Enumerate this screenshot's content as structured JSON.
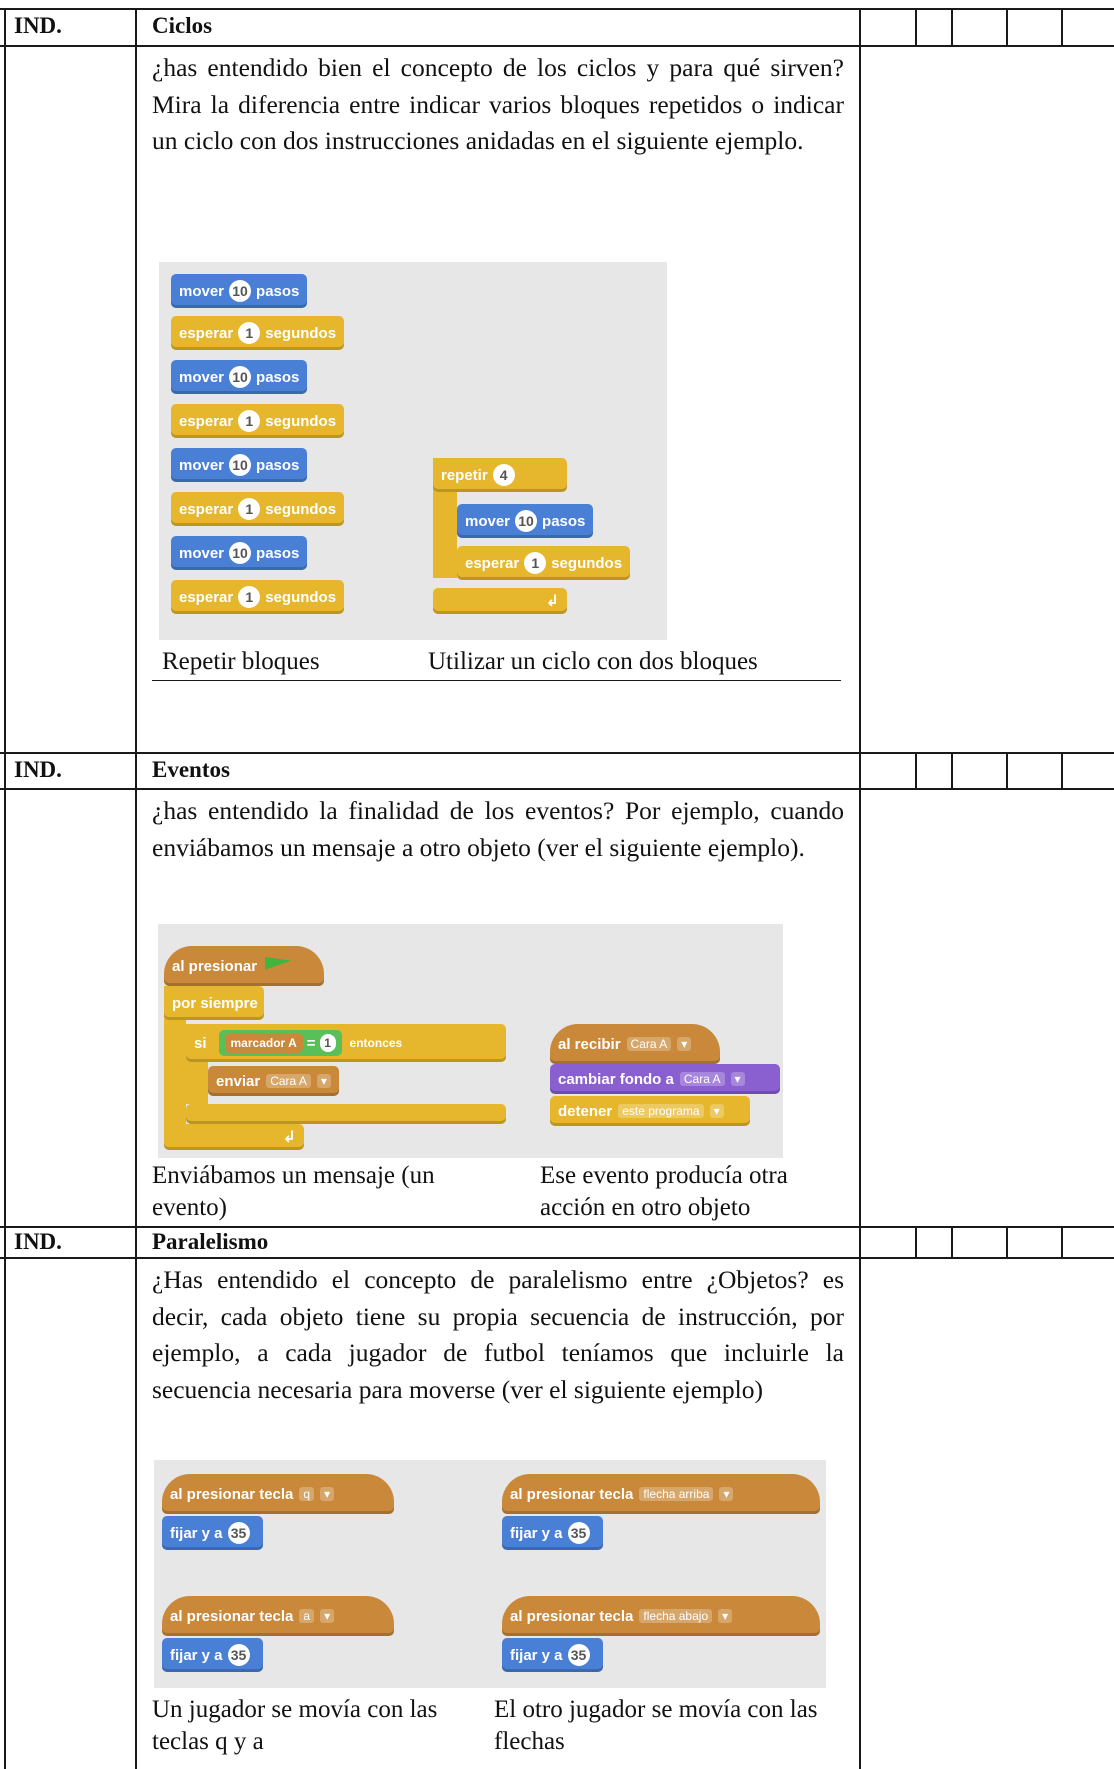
{
  "sections": [
    {
      "ind": "IND.",
      "title": "Ciclos",
      "text": "¿has entendido bien el concepto de los ciclos y para qué sirven? Mira la diferencia entre indicar varios bloques repetidos o indicar un ciclo con dos instrucciones anidadas en el siguiente ejemplo.",
      "captions": [
        "Repetir bloques",
        "Utilizar un ciclo con dos bloques"
      ],
      "blocks": {
        "mover": "mover",
        "pasos": "pasos",
        "esperar": "esperar",
        "segundos": "segundos",
        "repetir": "repetir",
        "steps_value": "10",
        "wait_value": "1",
        "repeat_value": "4"
      }
    },
    {
      "ind": "IND.",
      "title": "Eventos",
      "text": "¿has entendido la finalidad de los eventos? Por ejemplo, cuando enviábamos un mensaje a otro objeto (ver el siguiente ejemplo).",
      "captions": [
        "Enviábamos un mensaje (un evento)",
        "Ese evento producía otra acción en otro objeto"
      ],
      "blocks": {
        "al_presionar": "al presionar",
        "por_siempre": "por siempre",
        "si": "si",
        "marcador": "marcador A",
        "igual": "=",
        "valor": "1",
        "entonces": "entonces",
        "enviar": "enviar",
        "cara": "Cara A",
        "al_recibir": "al recibir",
        "cambiar_fondo": "cambiar fondo a",
        "detener": "detener",
        "este_programa": "este programa"
      }
    },
    {
      "ind": "IND.",
      "title": "Paralelismo",
      "text": "¿Has entendido el concepto de paralelismo entre ¿Objetos? es decir, cada objeto tiene su propia secuencia de instrucción, por ejemplo, a cada jugador de futbol teníamos que incluirle la secuencia necesaria para moverse (ver el siguiente ejemplo)",
      "captions": [
        "Un jugador se movía con las teclas q y a",
        "El otro jugador se movía con las flechas"
      ],
      "blocks": {
        "al_presionar_tecla": "al presionar tecla",
        "fijar_y_a": "fijar y a",
        "y_value": "35",
        "key_q": "q",
        "key_a": "a",
        "flecha_arriba": "flecha arriba",
        "flecha_abajo": "flecha abajo"
      }
    }
  ]
}
